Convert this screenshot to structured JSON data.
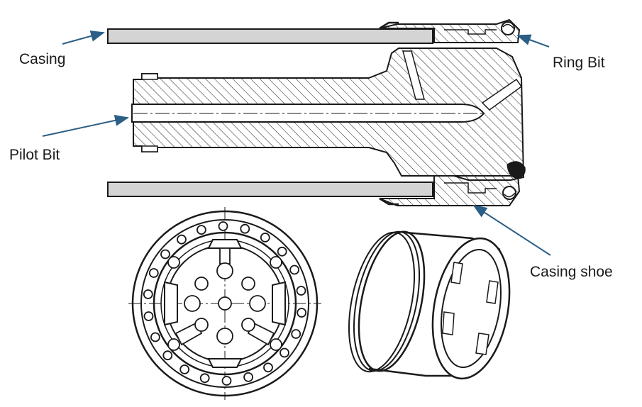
{
  "labels": {
    "casing": "Casing",
    "pilot_bit": "Pilot Bit",
    "ring_bit": "Ring Bit",
    "casing_shoe": "Casing shoe"
  },
  "colors": {
    "arrow": "#2b5f86",
    "line": "#1a1a1a",
    "casing_fill": "#d4d4d4"
  }
}
